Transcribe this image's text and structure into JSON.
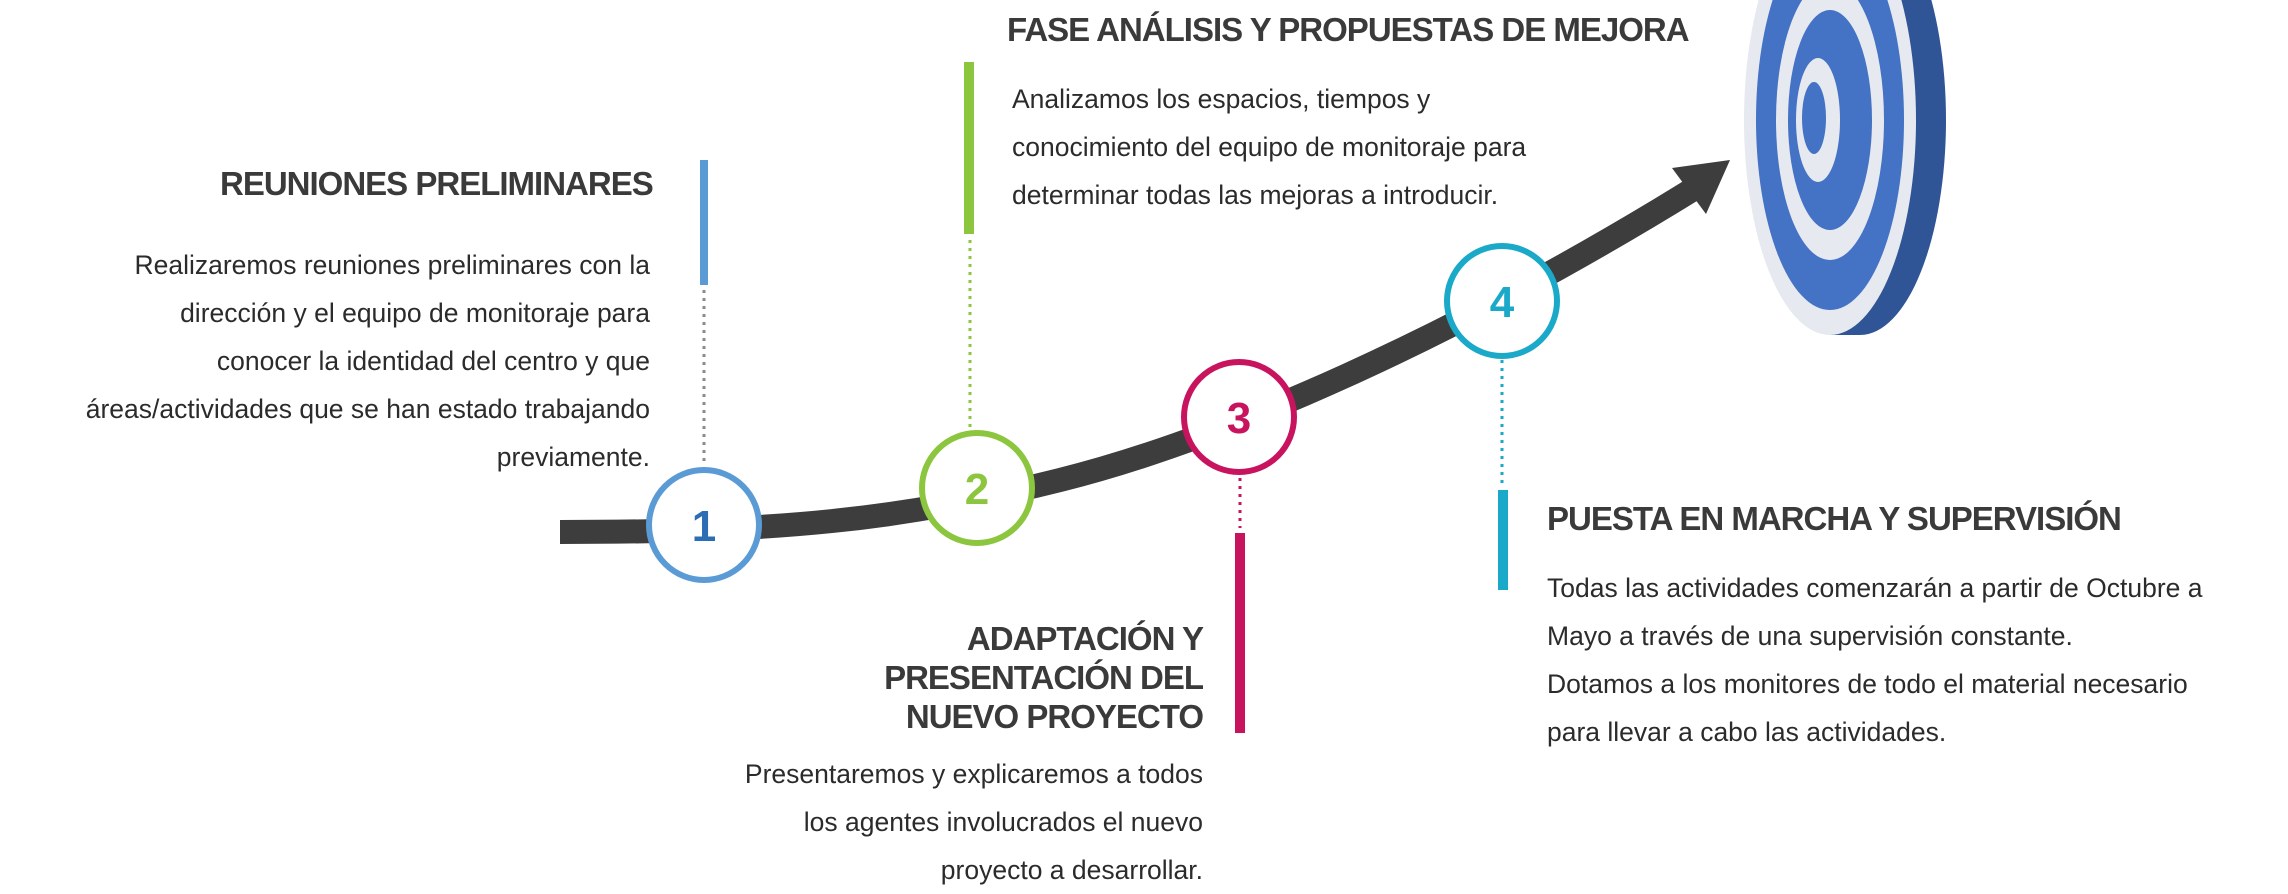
{
  "steps": [
    {
      "number": "1",
      "title": "REUNIONES PRELIMINARES",
      "body_lines": [
        "Realizaremos reuniones preliminares con la",
        "dirección y el equipo de monitoraje para",
        "conocer la identidad del centro y que",
        "áreas/actividades que se han estado trabajando",
        "previamente."
      ],
      "color": "#5b9bd5"
    },
    {
      "number": "2",
      "title": "FASE ANÁLISIS Y PROPUESTAS DE MEJORA",
      "body_lines": [
        "Analizamos los espacios, tiempos y",
        "conocimiento del equipo de monitoraje para",
        "determinar todas las mejoras a introducir."
      ],
      "color": "#8cc63f"
    },
    {
      "number": "3",
      "title_lines": [
        "ADAPTACIÓN Y",
        "PRESENTACIÓN DEL",
        "NUEVO PROYECTO"
      ],
      "body_lines": [
        "Presentaremos y explicaremos a todos",
        "los agentes involucrados el nuevo",
        "proyecto a desarrollar."
      ],
      "color": "#c8145e"
    },
    {
      "number": "4",
      "title": "PUESTA EN MARCHA Y SUPERVISIÓN",
      "body_lines": [
        "Todas las actividades comenzarán a partir de Octubre a",
        "Mayo a través de una supervisión constante.",
        "Dotamos a los monitores de todo el material necesario",
        "para llevar a cabo las actividades."
      ],
      "color": "#1aa9c8"
    }
  ],
  "number_color_1": "#2d6db5",
  "arrow_color": "#3d3d3d",
  "target_colors": {
    "outer": "#4472c4",
    "dark_side": "#2f5597",
    "light_ring": "#e6e9ef"
  }
}
